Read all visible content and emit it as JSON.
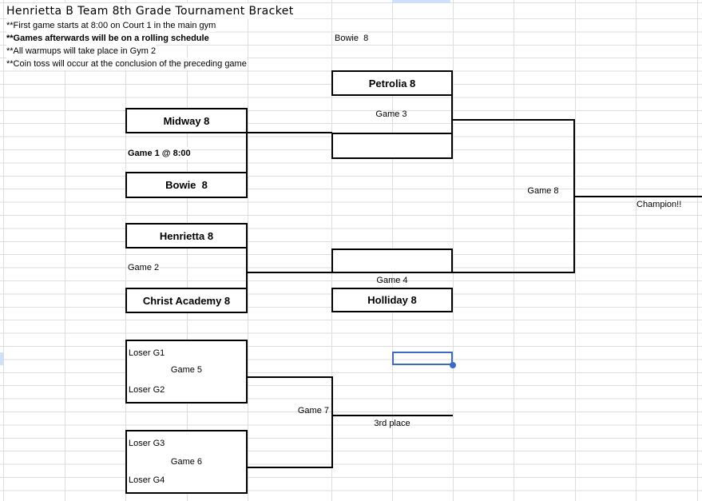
{
  "title": "Henrietta B Team 8th Grade Tournament Bracket",
  "notes": [
    "**First game starts at 8:00 on Court 1 in the main gym",
    "**Games afterwards will be on a rolling schedule",
    "**All warmups will take place in Gym 2",
    "**Coin toss will occur at the conclusion of the preceding game"
  ],
  "upper_bracket": {
    "seed_bowie": "Bowie  8",
    "midway": "Midway 8",
    "bowie": "Bowie  8",
    "petrolia": "Petrolia 8",
    "henrietta": "Henrietta 8",
    "christ_academy": "Christ Academy 8",
    "holliday": "Holliday 8",
    "game1": "Game 1 @ 8:00",
    "game2": "Game 2",
    "game3": "Game 3",
    "game4": "Game 4",
    "game8": "Game 8",
    "champion": "Champion!!"
  },
  "consolation": {
    "loser_g1": "Loser G1",
    "loser_g2": "Loser G2",
    "loser_g3": "Loser G3",
    "loser_g4": "Loser G4",
    "game5": "Game 5",
    "game6": "Game 6",
    "game7": "Game 7",
    "third_place": "3rd place"
  },
  "colors": {
    "selection_border": "#3c6ac4",
    "header_highlight": "#cfe0f8",
    "gridline": "#dcdee2",
    "bracket_line": "#000000",
    "background": "#ffffff"
  }
}
